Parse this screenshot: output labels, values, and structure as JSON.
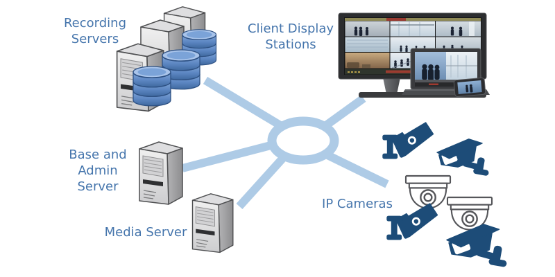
{
  "diagram": {
    "type": "network-topology",
    "hub": {
      "icon": "network-hub-ring",
      "shape": "ellipse ring"
    },
    "nodes": {
      "recording_servers": {
        "label": "Recording\nServers",
        "icon": "server-towers-with-database-stacks",
        "server_count": 3,
        "database_stack_count": 3,
        "disks_per_stack": 3
      },
      "client_display_stations": {
        "label": "Client Display\nStations",
        "icon": "monitor-laptop-smartphone",
        "devices": [
          "desktop monitor with 3x3 video wall",
          "laptop with 2 video feeds",
          "smartphone with video feed"
        ]
      },
      "base_admin_server": {
        "label": "Base and\nAdmin\nServer",
        "icon": "server-tower"
      },
      "media_server": {
        "label": "Media Server",
        "icon": "server-tower"
      },
      "ip_cameras": {
        "label": "IP Cameras",
        "icon": "cctv-camera-group",
        "cameras": [
          "bullet-camera",
          "box-camera",
          "dome-camera",
          "dome-camera",
          "bullet-camera",
          "box-camera"
        ]
      }
    },
    "connections": [
      {
        "from": "hub",
        "to": "recording_servers"
      },
      {
        "from": "hub",
        "to": "client_display_stations"
      },
      {
        "from": "hub",
        "to": "base_admin_server"
      },
      {
        "from": "hub",
        "to": "media_server"
      },
      {
        "from": "hub",
        "to": "ip_cameras"
      }
    ]
  },
  "theme": {
    "connector-blue": "#AECBE6",
    "label-blue": "#4575AC",
    "camera-navy": "#1D4C78",
    "database-blue": "#5C86C2",
    "server-gray": "#D9D9DB",
    "screen-bezel-dark": "#2C2D2F"
  }
}
